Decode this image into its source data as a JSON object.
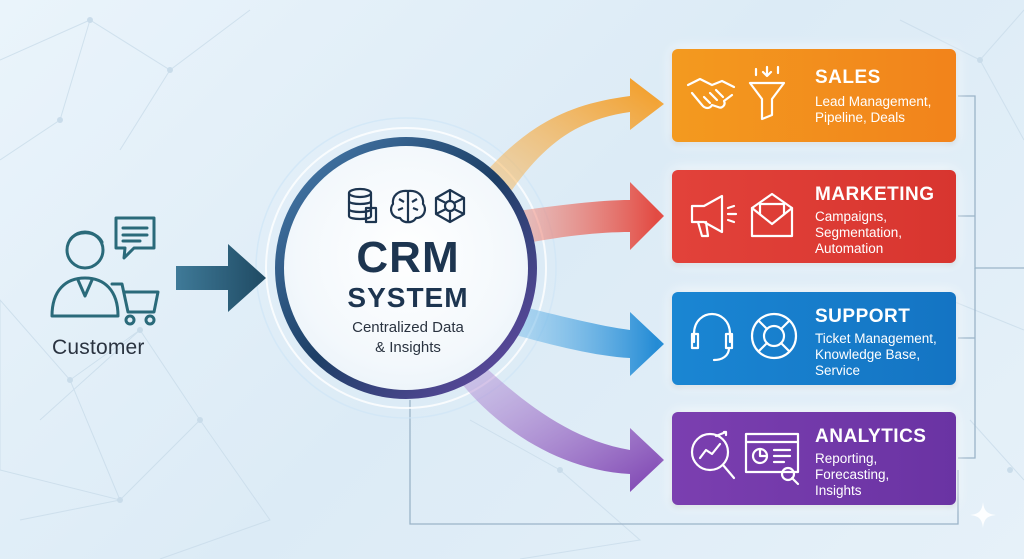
{
  "customer": {
    "label": "Customer",
    "icons": [
      "person-icon",
      "chat-bubble-icon",
      "shopping-cart-icon"
    ]
  },
  "hub": {
    "title_line1": "CRM",
    "title_line2": "SYSTEM",
    "subtitle_line1": "Centralized Data",
    "subtitle_line2": "& Insights",
    "icons": [
      "database-icon",
      "brain-icon",
      "network-icon"
    ]
  },
  "cards": [
    {
      "id": "sales",
      "title": "SALES",
      "desc": [
        "Lead Management,",
        "Pipeline, Deals"
      ],
      "color": "#f39a1f",
      "icons": [
        "handshake-icon",
        "funnel-icon"
      ]
    },
    {
      "id": "marketing",
      "title": "MARKETING",
      "desc": [
        "Campaigns,",
        "Segmentation,",
        "Automation"
      ],
      "color": "#e2423a",
      "icons": [
        "megaphone-icon",
        "email-icon"
      ]
    },
    {
      "id": "support",
      "title": "SUPPORT",
      "desc": [
        "Ticket Management,",
        "Knowledge Base,",
        "Service"
      ],
      "color": "#1a86d3",
      "icons": [
        "headset-icon",
        "lifebuoy-icon"
      ]
    },
    {
      "id": "analytics",
      "title": "ANALYTICS",
      "desc": [
        "Reporting,",
        "Forecasting,",
        "Insights"
      ],
      "color": "#7b3fb0",
      "icons": [
        "magnifier-chart-icon",
        "dashboard-icon"
      ]
    }
  ],
  "colors": {
    "hub_ring": "#1d3f66",
    "arrow_dark": "#1f4a63"
  }
}
